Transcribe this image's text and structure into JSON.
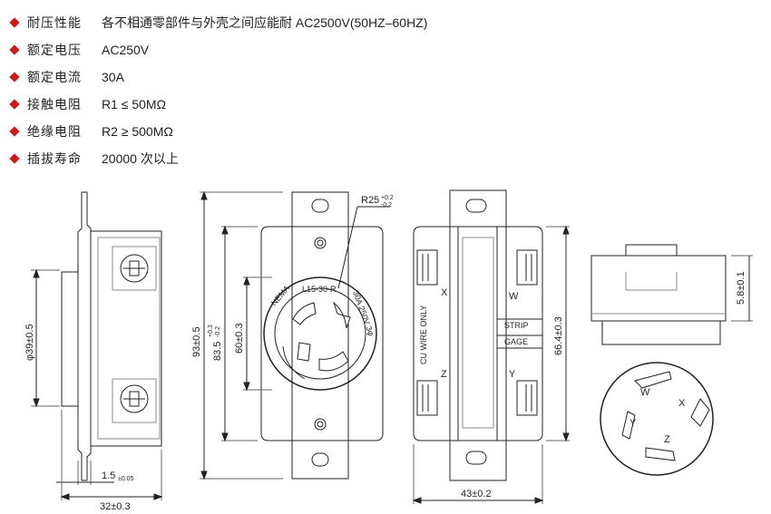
{
  "specs": [
    {
      "label": "耐压性能",
      "value": "各不相通零部件与外壳之间应能耐 AC2500V(50HZ–60HZ)"
    },
    {
      "label": "额定电压",
      "value": "AC250V"
    },
    {
      "label": "额定电流",
      "value": "30A"
    },
    {
      "label": "接触电阻",
      "value": "R1 ≤ 50MΩ"
    },
    {
      "label": "绝缘电阻",
      "value": "R2 ≥ 500MΩ"
    },
    {
      "label": "插拔寿命",
      "value": "20000 次以上"
    }
  ],
  "dims": {
    "phi39": "φ39±0.5",
    "t15": "1.5",
    "t15_tol": "±0.05",
    "w32": "32±0.3",
    "h93": "93±0.5",
    "h835": "83.5",
    "h835_tol_up": "+0.3",
    "h835_tol_dn": "-0.2",
    "h60": "60±0.3",
    "r25": "R25",
    "r25_tol_up": "+0.2",
    "r25_tol_dn": "-0.2",
    "h664": "66.4±0.3",
    "w43": "43±0.2",
    "h58": "5.8±0.1"
  },
  "labels": {
    "nema": "NEMA",
    "model": "L15-30-R",
    "rating": "30A 250V 3φ",
    "cu_wire": "CU WIRE ONLY",
    "strip": "STRIP",
    "gage": "GAGE",
    "x": "X",
    "w": "W",
    "z": "Z",
    "y": "Y"
  },
  "colors": {
    "bullet": "#cc1a1a",
    "line": "#222222"
  }
}
